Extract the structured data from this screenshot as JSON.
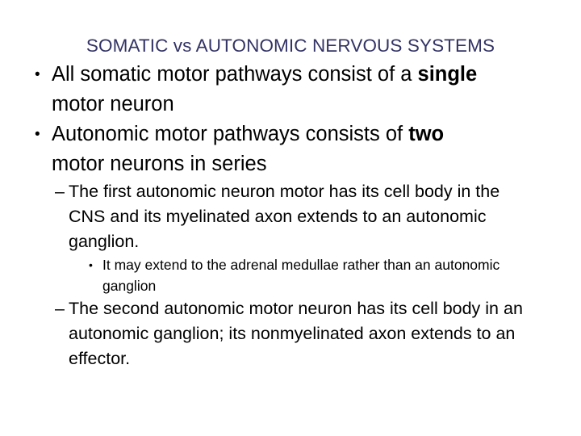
{
  "slide": {
    "title": "SOMATIC vs AUTONOMIC NERVOUS SYSTEMS",
    "title_color": "#333366",
    "background_color": "#FFFFFF",
    "body_color": "#000000",
    "bullets": {
      "level1_marker": "•",
      "level2_marker": "–",
      "level3_marker": "•"
    },
    "content": [
      {
        "level": 1,
        "id": "somatic-pathways",
        "text_before_bold": "All somatic motor pathways consist of a ",
        "bold": "single",
        "text_after_bold": " motor neuron"
      },
      {
        "level": 1,
        "id": "autonomic-pathways",
        "text_before_bold": "Autonomic motor pathways consists of ",
        "bold": "two",
        "text_after_bold": " motor neurons in series"
      },
      {
        "level": 2,
        "id": "first-autonomic-neuron",
        "text": "The first autonomic neuron motor has its cell body in the CNS and its myelinated axon extends to an autonomic ganglion."
      },
      {
        "level": 3,
        "id": "adrenal-medullae",
        "text": "It may extend to the adrenal medullae rather than an autonomic ganglion"
      },
      {
        "level": 2,
        "id": "second-autonomic-neuron",
        "text": "The second autonomic motor neuron has its cell body in an autonomic ganglion; its nonmyelinated axon extends to an effector."
      }
    ]
  }
}
